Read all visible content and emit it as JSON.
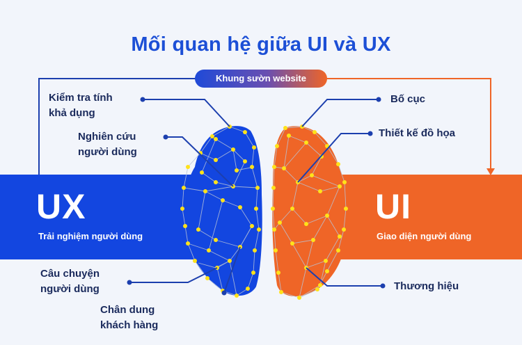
{
  "title": "Mối quan hệ giữa UI và UX",
  "pill": "Khung sườn website",
  "ux": {
    "big": "UX",
    "sub": "Trải nghiệm người dùng"
  },
  "ui": {
    "big": "UI",
    "sub": "Giao diện người dùng"
  },
  "left_labels": {
    "test_line1": "Kiểm tra tính",
    "test_line2": "khả dụng",
    "research_line1": "Nghiên cứu",
    "research_line2": "người dùng",
    "story_line1": "Câu chuyện",
    "story_line2": "người dùng",
    "persona_line1": "Chân dung",
    "persona_line2": "khách hàng"
  },
  "right_labels": {
    "layout": "Bố cục",
    "graphic": "Thiết kế đồ họa",
    "brand": "Thương hiệu"
  },
  "colors": {
    "blue": "#1346e0",
    "orange": "#ef6527",
    "navy": "#1a2a5c",
    "node": "#ffe21a"
  }
}
